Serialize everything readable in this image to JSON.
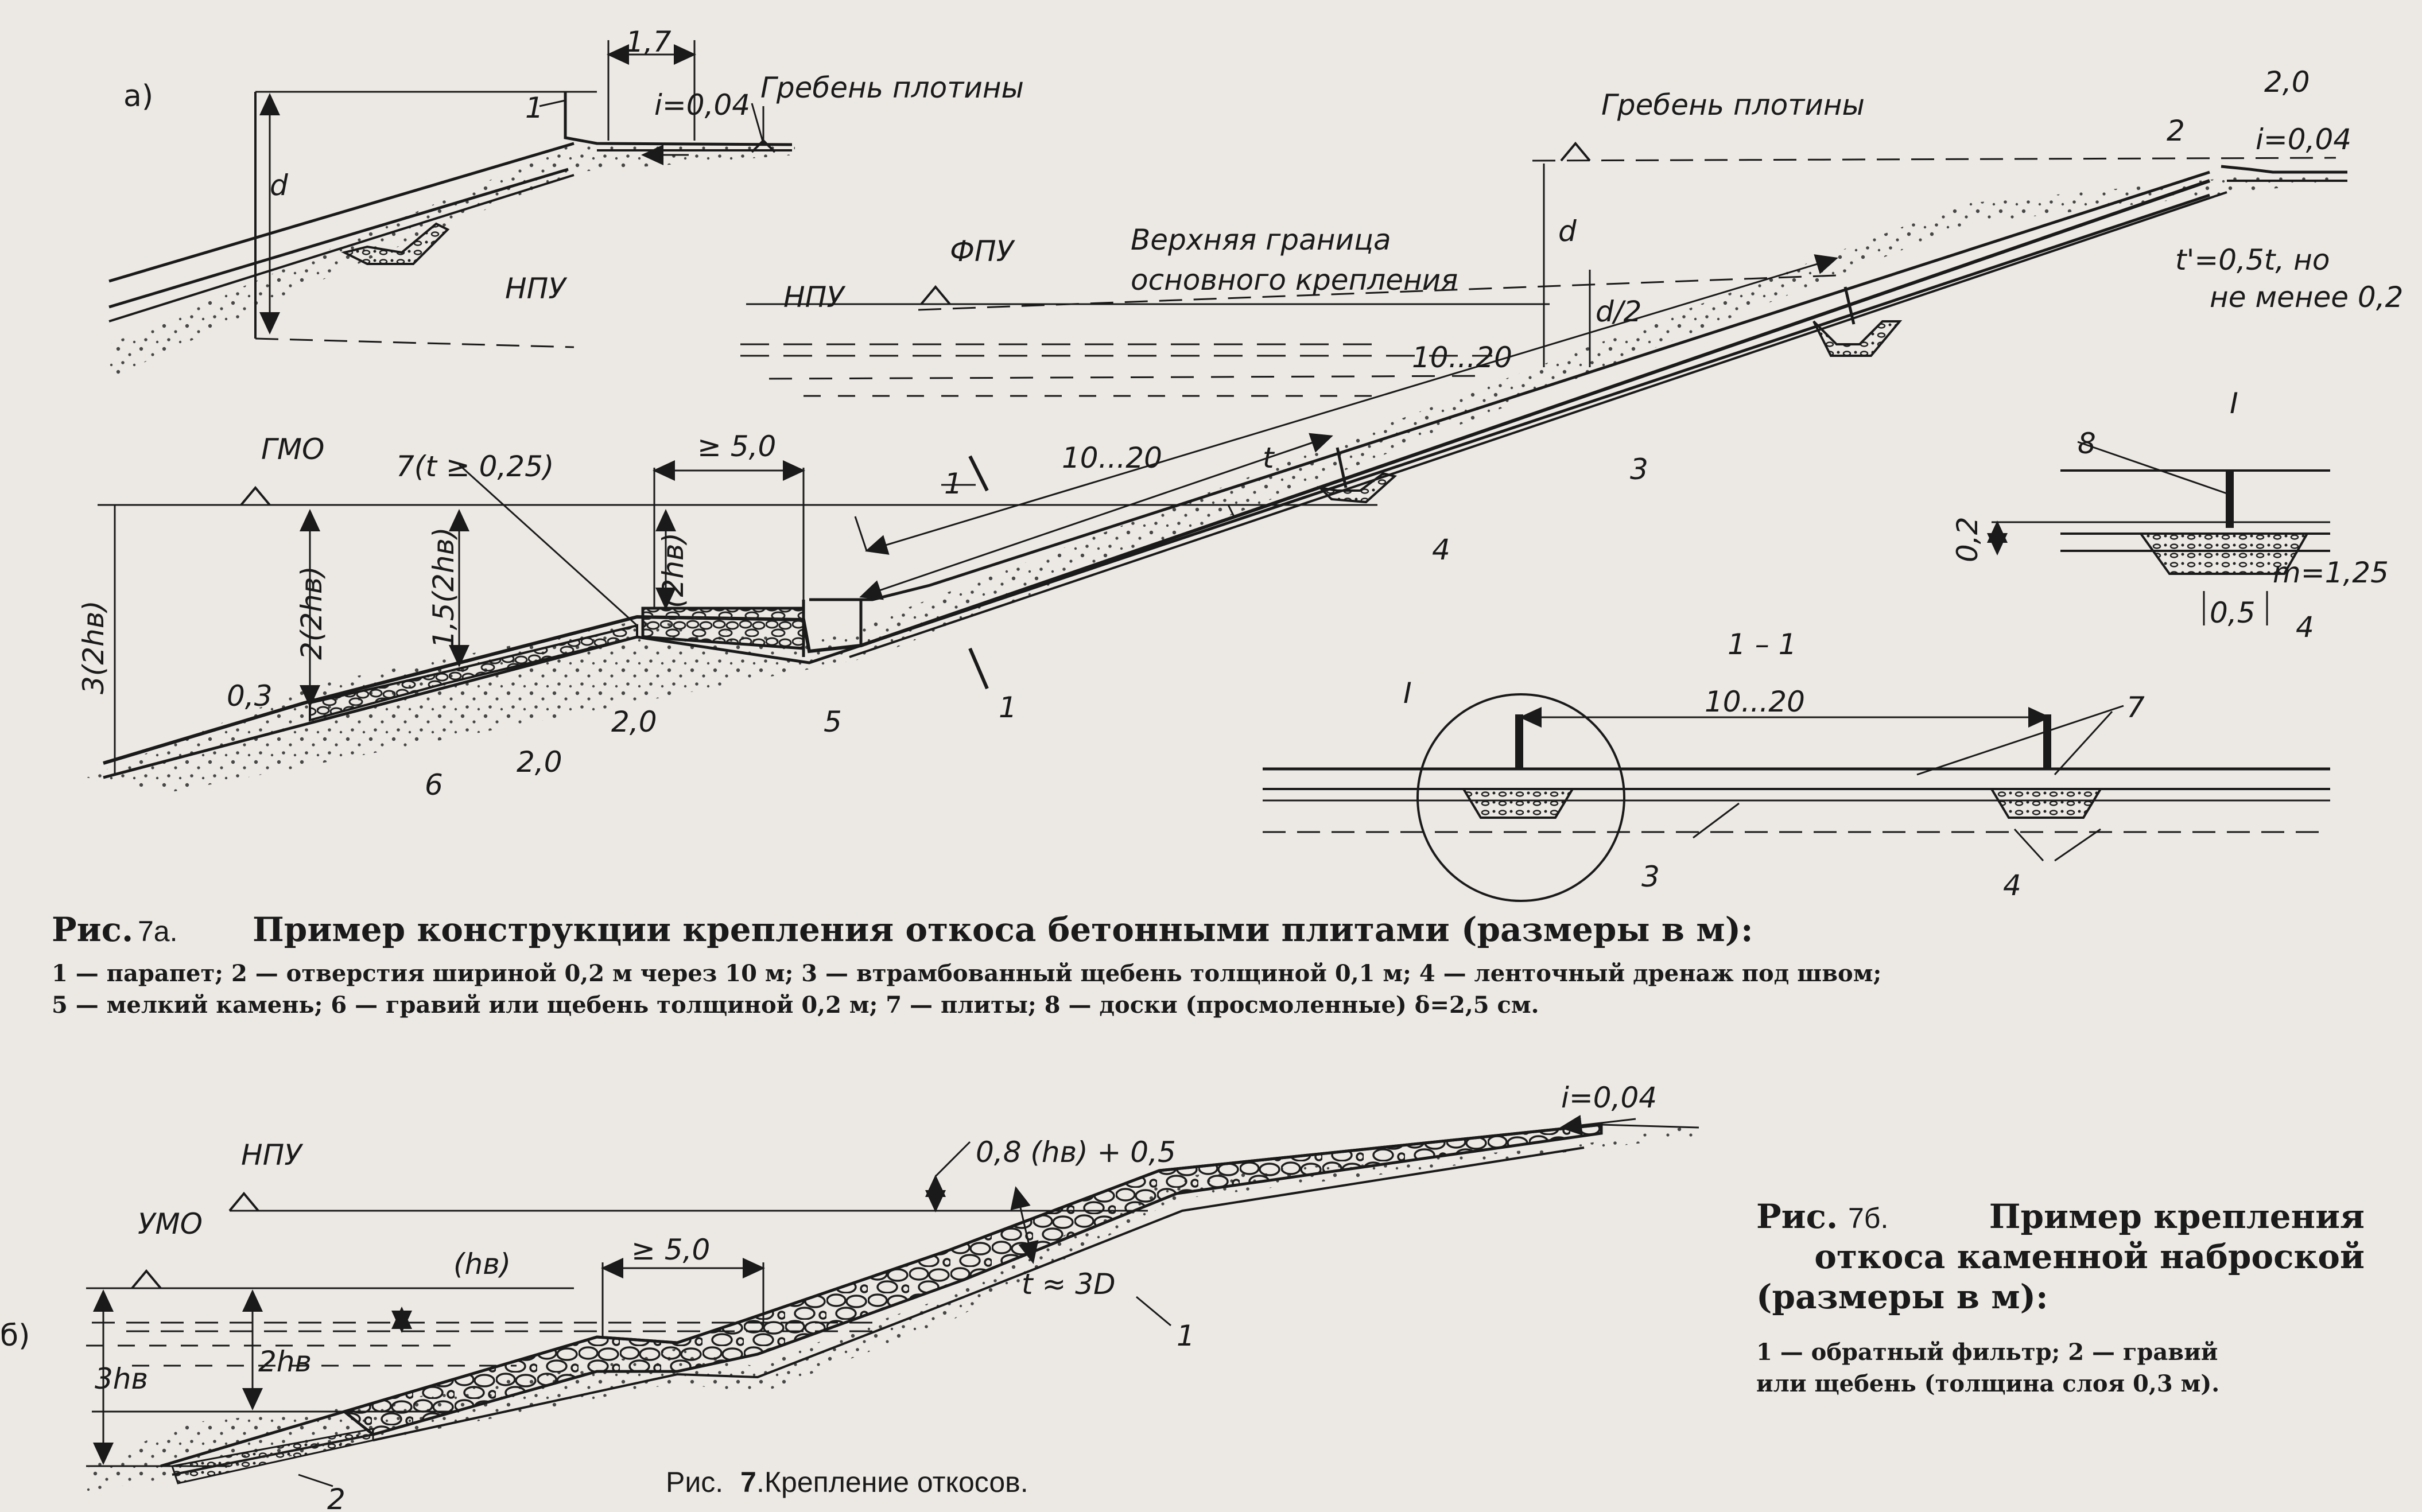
{
  "part_a_label": "а)",
  "part_b_label": "б)",
  "fig_a": {
    "crest_width_top": "1,7",
    "slope_top": "i=0,04",
    "crest_label": "Гребень плотины",
    "freeboard": "d",
    "npu_top": "НПУ",
    "crest_label_right": "Гребень плотины",
    "crest_width_right": "2,0",
    "slope_right": "i=0,04",
    "upper_boundary_line1": "Верхняя граница",
    "upper_boundary_line2": "основного крепления",
    "fpu": "ФПУ",
    "npu_mid": "НПУ",
    "freeboard_right": "d",
    "half_freeboard": "d/2",
    "spacing_upper": "10...20",
    "t_note_line1": "t'=0,5t, но",
    "t_note_line2": "не менее 0,2",
    "gmo": "ГМО",
    "plate_thickness": "7(t ≥ 0,25)",
    "berm_width": "≥ 5,0",
    "section_mark": "1",
    "spacing_lower": "10...20",
    "t": "t",
    "h3": "3(2hв)",
    "h2": "2(2hв)",
    "h15": "1,5(2hв)",
    "h1": "(2hв)",
    "gravel_thickness": "0,3",
    "step_a": "2,0",
    "step_b": "2,0",
    "detail_title": "I",
    "detail_vertical": "0,2",
    "detail_slope": "m=1,25",
    "detail_bottom": "0,5",
    "section_title": "1 – 1",
    "section_spacing": "10...20",
    "callouts": {
      "c1": "1",
      "c2": "2",
      "c3": "3",
      "c4": "4",
      "c5": "5",
      "c6": "6",
      "c7": "7",
      "c8": "8",
      "c4_detail": "4",
      "c3_section": "3",
      "c4_section": "4",
      "c7_section": "7"
    },
    "caption_prefix": "Рис.",
    "caption_num": "7а.",
    "caption_title": "Пример конструкции крепления откоса бетонными плитами (размеры в м):",
    "legend_line1": "1 — парапет; 2 — отверстия шириной 0,2 м через 10 м; 3 — втрамбованный щебень толщиной 0,1 м; 4 — ленточный дренаж под швом;",
    "legend_line2": "5 — мелкий камень; 6 — гравий или щебень толщиной 0,2 м; 7 — плиты; 8 — доски (просмоленные) δ=2,5 см."
  },
  "fig_b": {
    "slope_top": "i=0,04",
    "npu": "НПУ",
    "freeboard": "0,8 (hв) + 0,5",
    "umo": "УМО",
    "hv": "(hв)",
    "berm_width": "≥ 5,0",
    "layer_thickness": "t ≈ 3D",
    "h3": "3hв",
    "h2": "2hв",
    "callout_1": "1",
    "callout_2": "2",
    "caption_prefix": "Рис.",
    "caption_num": "7б.",
    "caption_title_line1": "Пример крепления",
    "caption_title_line2": "откоса каменной наброской",
    "caption_title_line3": "(размеры в м):",
    "legend_line1": "1 — обратный фильтр; 2 — гравий",
    "legend_line2": "или щебень (толщина слоя 0,3 м)."
  },
  "main_caption_prefix": "Рис.",
  "main_caption_num": "7",
  "main_caption_text": ".Крепление откосов."
}
